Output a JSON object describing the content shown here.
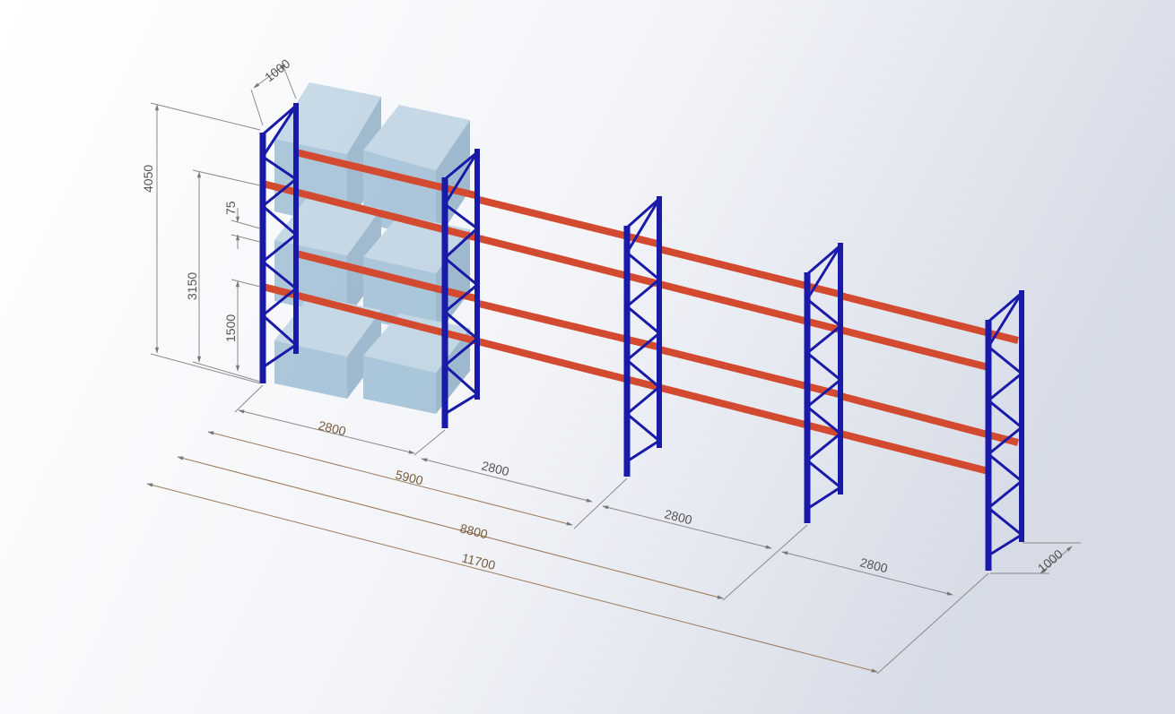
{
  "dimensions": {
    "height_total": "4050",
    "height_level2": "3150",
    "height_level1": "1500",
    "beam_gap": "75",
    "depth_top": "1000",
    "depth_right": "1000",
    "bay1": "2800",
    "bay2": "2800",
    "bay3": "2800",
    "bay4": "2800",
    "span_2bays": "5900",
    "span_3bays": "8800",
    "span_total": "11700"
  },
  "colors": {
    "upright": "#1a1aa8",
    "beam": "#d24a30",
    "pallet_load": "#5f93b5",
    "dim_line": "#8a8a8a",
    "dim_line_long": "#9b7a5a"
  }
}
